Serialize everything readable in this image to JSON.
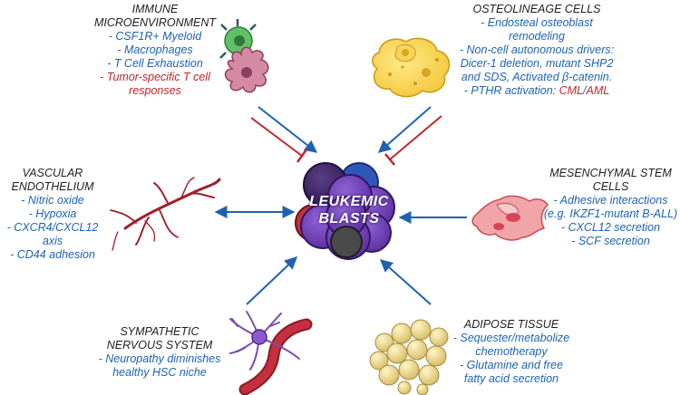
{
  "center": {
    "line1": "LEUKEMIC",
    "line2": "BLASTS"
  },
  "immune": {
    "title1": "IMMUNE",
    "title2": "MICROENVIRONMENT",
    "items": [
      "- CSF1R+ Myeloid",
      "- Macrophages",
      "- T Cell Exhaustion"
    ],
    "red1": "- Tumor-specific T cell",
    "red2": "responses"
  },
  "osteo": {
    "title": "OSTEOLINEAGE CELLS",
    "lines": [
      "- Endosteal osteoblast",
      "remodeling",
      "- Non-cell autonomous drivers:",
      "Dicer-1 deletion, mutant SHP2",
      "and SDS, Activated β-catenin."
    ],
    "pthr": "- PTHR activation: ",
    "cml": "CML",
    "slash": "/",
    "aml": "AML"
  },
  "vascular": {
    "title1": "VASCULAR",
    "title2": "ENDOTHELIUM",
    "items": [
      "- Nitric oxide",
      "- Hypoxia",
      "- CXCR4/CXCL12 axis",
      "- CD44 adhesion"
    ]
  },
  "msc": {
    "title1": "MESENCHYMAL STEM",
    "title2": "CELLS",
    "items": [
      "- Adhesive interactions",
      "(e.g. IKZF1-mutant B-ALL)",
      "- CXCL12 secretion",
      "- SCF secretion"
    ]
  },
  "sympathetic": {
    "title1": "SYMPATHETIC",
    "title2": "NERVOUS SYSTEM",
    "items": [
      "- Neuropathy diminishes",
      "healthy HSC niche"
    ]
  },
  "adipose": {
    "title": "ADIPOSE TISSUE",
    "items": [
      "- Sequester/metabolize",
      "chemotherapy",
      "- Glutamine and free",
      "fatty acid secretion"
    ]
  },
  "colors": {
    "arrow": "#1e63b0",
    "inhibit": "#c0262d",
    "text": "#1f1f1f",
    "highlight": "#c0262d"
  }
}
